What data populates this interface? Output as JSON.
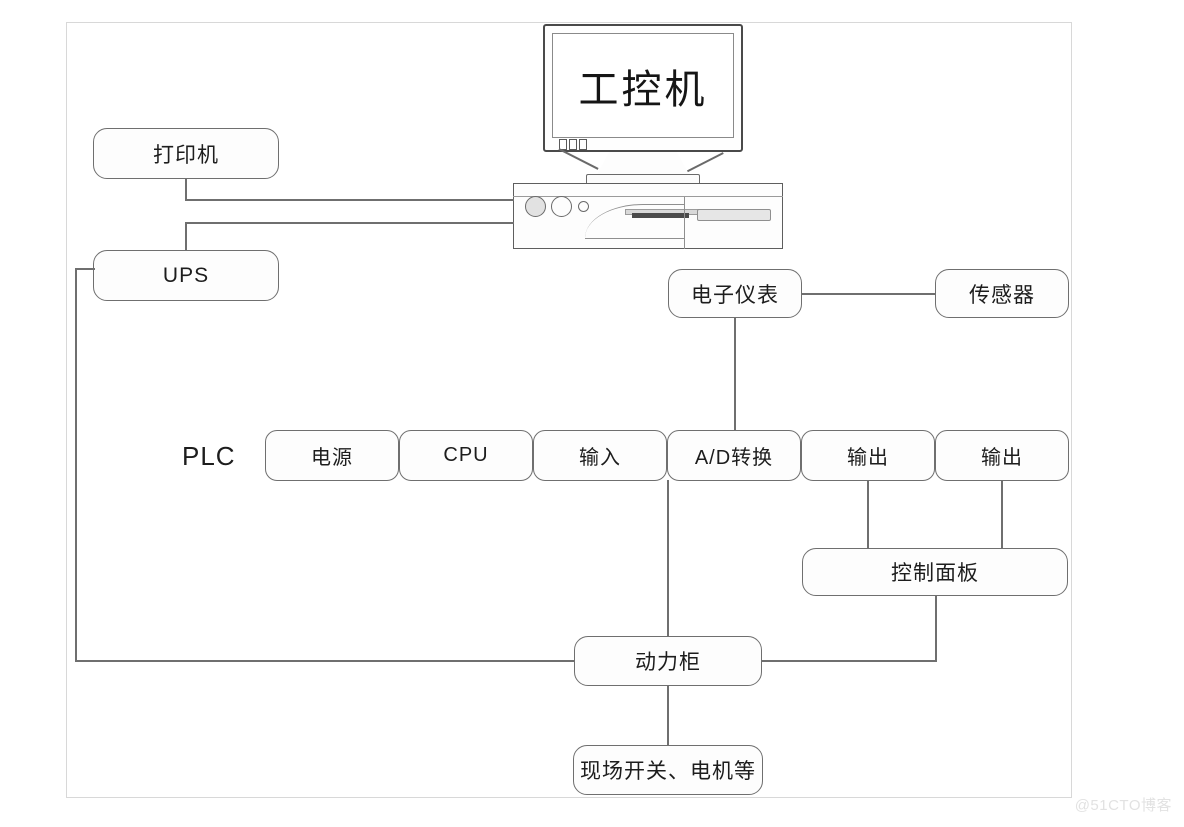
{
  "diagram": {
    "title_on_screen": "工控机",
    "watermark": "@51CTO博客",
    "group_label": "PLC",
    "accent_line_color": "#6f6f6f",
    "frame_color": "#d8d8d8",
    "nodes": {
      "printer": "打印机",
      "ups": "UPS",
      "electronic_instrument": "电子仪表",
      "sensor": "传感器",
      "plc_power": "电源",
      "plc_cpu": "CPU",
      "plc_input": "输入",
      "plc_ad": "A/D转换",
      "plc_output_1": "输出",
      "plc_output_2": "输出",
      "control_panel": "控制面板",
      "power_cabinet": "动力柜",
      "field_devices": "现场开关、电机等"
    },
    "computer": {
      "screen_label": "工控机",
      "led_count": 3,
      "knob_count": 3
    }
  }
}
